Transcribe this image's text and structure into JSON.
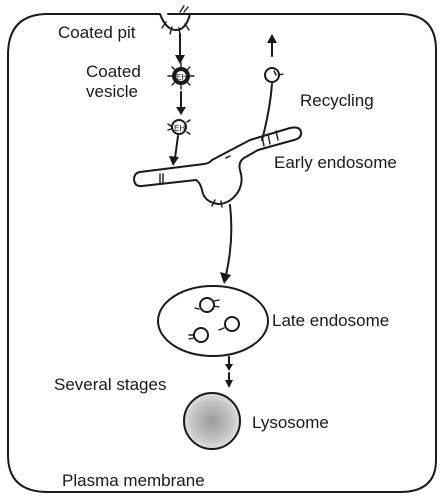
{
  "labels": {
    "coated_pit": "Coated pit",
    "coated_vesicle_line1": "Coated",
    "coated_vesicle_line2": "vesicle",
    "recycling": "Recycling",
    "early_endosome": "Early endosome",
    "late_endosome": "Late endosome",
    "several_stages": "Several stages",
    "lysosome": "Lysosome",
    "plasma_membrane": "Plasma membrane"
  },
  "colors": {
    "ink": "#1a1a1a",
    "lysosome_fill": "#b5b5b5",
    "background": "#ffffff"
  }
}
